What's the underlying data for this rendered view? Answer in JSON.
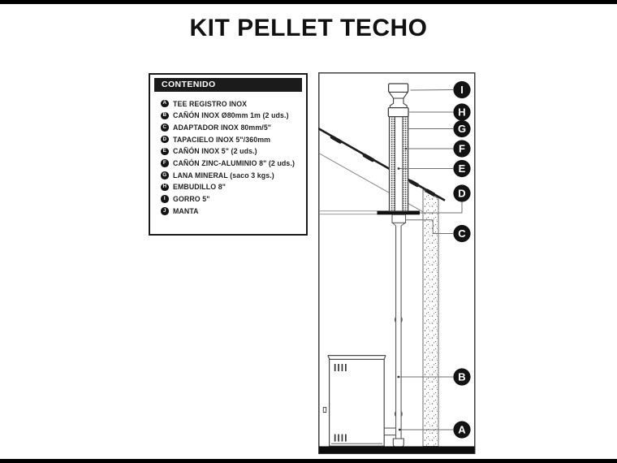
{
  "title": "KIT PELLET TECHO",
  "contents_panel": {
    "header": "CONTENIDO",
    "items": [
      {
        "letter": "A",
        "label": "TEE REGISTRO INOX"
      },
      {
        "letter": "B",
        "label": "CAÑÓN INOX Ø80mm 1m (2 uds.)"
      },
      {
        "letter": "C",
        "label": "ADAPTADOR INOX 80mm/5\""
      },
      {
        "letter": "D",
        "label": "TAPACIELO INOX 5\"/360mm"
      },
      {
        "letter": "E",
        "label": "CAÑÓN INOX 5\" (2 uds.)"
      },
      {
        "letter": "F",
        "label": "CAÑÓN ZINC-ALUMINIO 8\" (2 uds.)"
      },
      {
        "letter": "G",
        "label": "LANA MINERAL (saco 3 kgs.)"
      },
      {
        "letter": "H",
        "label": "EMBUDILLO 8\""
      },
      {
        "letter": "I",
        "label": "GORRO 5\""
      },
      {
        "letter": "J",
        "label": "MANTA"
      }
    ]
  },
  "diagram": {
    "callouts": [
      {
        "letter": "I"
      },
      {
        "letter": "H"
      },
      {
        "letter": "G"
      },
      {
        "letter": "F"
      },
      {
        "letter": "E"
      },
      {
        "letter": "D"
      },
      {
        "letter": "C"
      },
      {
        "letter": "B"
      },
      {
        "letter": "A"
      }
    ]
  },
  "colors": {
    "ink": "#111111",
    "panel_header_bg": "#1b1b1b",
    "leader_line": "#6f6f6f"
  }
}
